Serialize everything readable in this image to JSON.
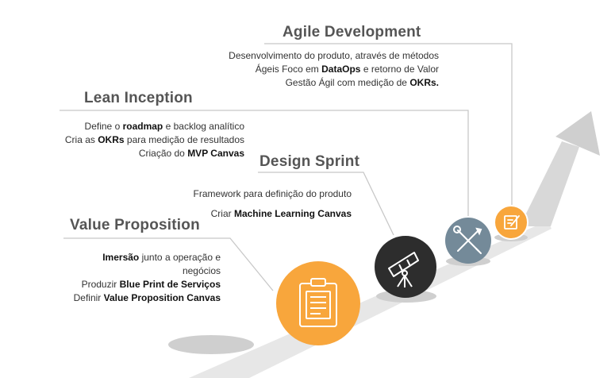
{
  "colors": {
    "road": "#e7e7e7",
    "road_edge": "#d8d8d8",
    "arrow_head": "#cfcfcf",
    "shadow": "#cfcfcf",
    "connector": "#c8c8c8",
    "orange": "#f8a63c",
    "dark": "#2d2d2d",
    "slate": "#748a99",
    "title_text": "#555555"
  },
  "stages": [
    {
      "id": "agile-development",
      "title": "Agile Development",
      "icon": "pencil-note-icon",
      "lines": [
        [
          {
            "t": "Desenvolvimento do produto, através de métodos",
            "b": false
          }
        ],
        [
          {
            "t": "Ágeis Foco em ",
            "b": false
          },
          {
            "t": "DataOps",
            "b": true
          },
          {
            "t": " e retorno de Valor",
            "b": false
          }
        ],
        [
          {
            "t": "Gestão Ágil com medição de ",
            "b": false
          },
          {
            "t": "OKRs.",
            "b": true
          }
        ]
      ]
    },
    {
      "id": "lean-inception",
      "title": "Lean Inception",
      "icon": "tools-icon",
      "lines": [
        [
          {
            "t": "Define o ",
            "b": false
          },
          {
            "t": "roadmap",
            "b": true
          },
          {
            "t": " e backlog analítico",
            "b": false
          }
        ],
        [
          {
            "t": "Cria as ",
            "b": false
          },
          {
            "t": "OKRs",
            "b": true
          },
          {
            "t": " para medição de resultados",
            "b": false
          }
        ],
        [
          {
            "t": "Criação do ",
            "b": false
          },
          {
            "t": "MVP Canvas",
            "b": true
          }
        ]
      ]
    },
    {
      "id": "design-sprint",
      "title": "Design Sprint",
      "icon": "telescope-icon",
      "lines": [
        [
          {
            "t": "Framework para definição do produto",
            "b": false
          }
        ],
        [
          {
            "t": "Criar ",
            "b": false
          },
          {
            "t": "Machine Learning Canvas",
            "b": true
          }
        ]
      ]
    },
    {
      "id": "value-proposition",
      "title": "Value Proposition",
      "icon": "clipboard-icon",
      "lines": [
        [
          {
            "t": "Imersão",
            "b": true
          },
          {
            "t": " junto a  operação e",
            "b": false
          }
        ],
        [
          {
            "t": "negócios",
            "b": false
          }
        ],
        [
          {
            "t": "Produzir ",
            "b": false
          },
          {
            "t": "Blue Print de Serviços",
            "b": true
          }
        ],
        [
          {
            "t": "Definir  ",
            "b": false
          },
          {
            "t": "Value Proposition Canvas",
            "b": true
          }
        ]
      ]
    }
  ]
}
